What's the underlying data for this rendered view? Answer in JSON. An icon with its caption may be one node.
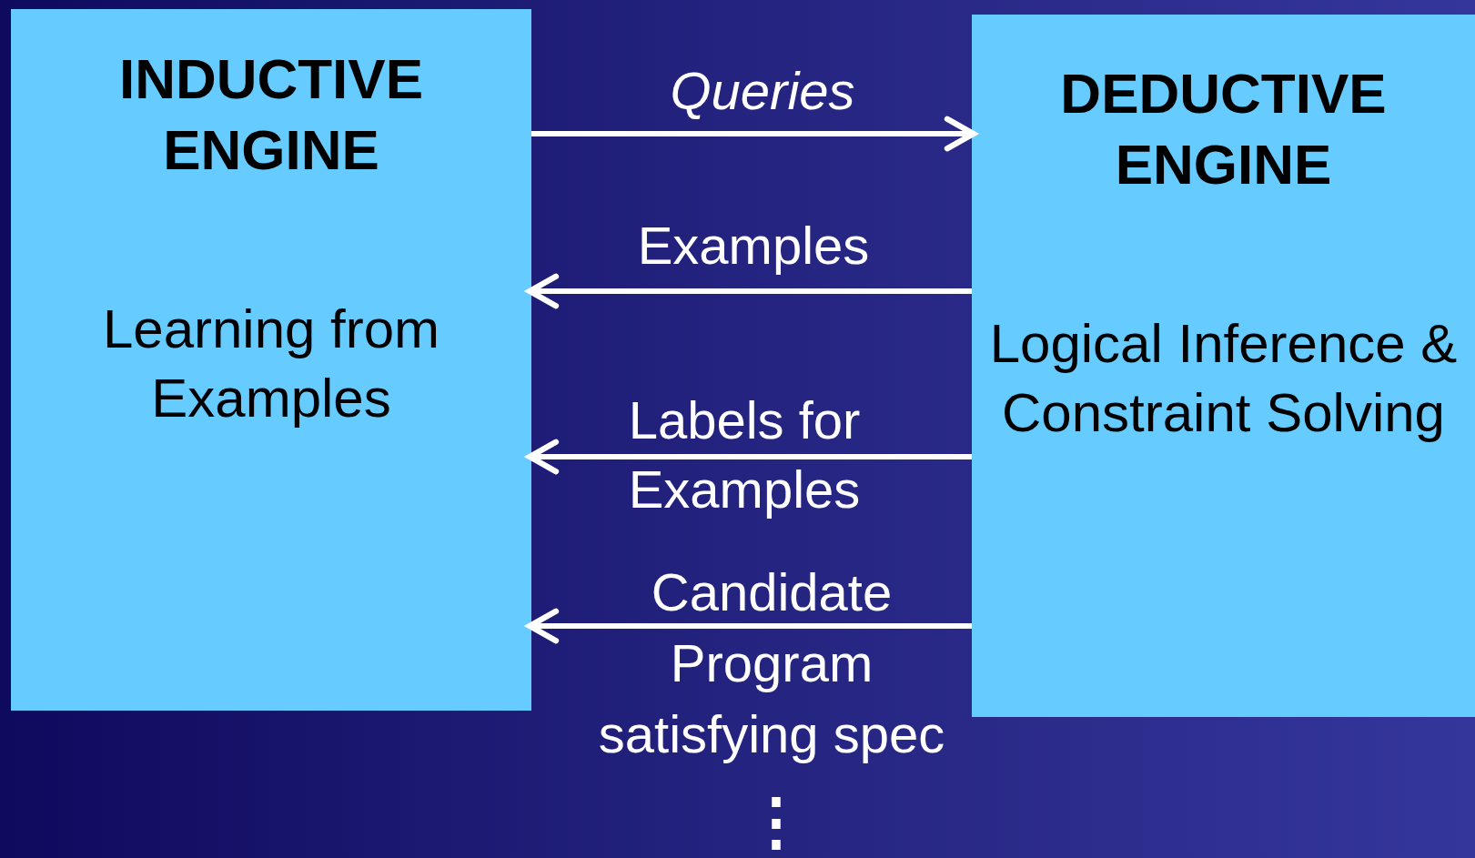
{
  "diagram": {
    "nodes": [
      {
        "text": [
          "INDUCTIVE ENGINE",
          "Learning from Examples"
        ]
      },
      {
        "text": [
          "DEDUCTIVE ENGINE",
          "Logical Inference & Constraint Solving"
        ]
      }
    ],
    "edges": [
      {
        "from": 0,
        "to": 1,
        "arrow": "to",
        "label": "Queries"
      },
      {
        "from": 1,
        "to": 0,
        "arrow": "to",
        "label": "Examples"
      },
      {
        "from": 1,
        "to": 0,
        "arrow": "to",
        "label": "Labels for Examples"
      },
      {
        "from": 1,
        "to": 0,
        "arrow": "to",
        "label": "Candidate Program satisfying spec"
      }
    ],
    "labels": [
      "⋮"
    ]
  }
}
